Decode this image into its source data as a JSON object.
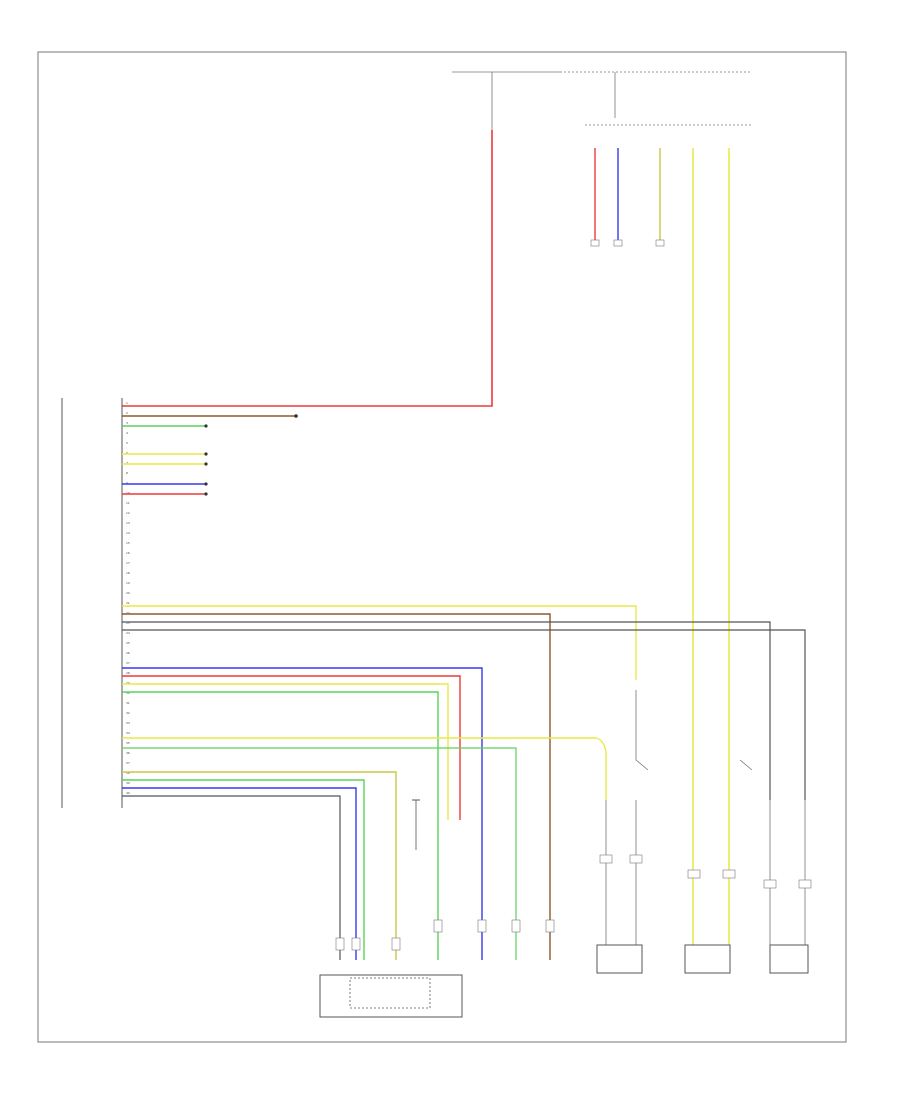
{
  "diagram": {
    "page_code": "",
    "top_labels": {
      "fuse_box": "",
      "hot_at": "",
      "junction_box": ""
    },
    "legend": [
      "",
      "",
      ""
    ],
    "module_label": "",
    "connector_label": "",
    "connectors": [
      "",
      "",
      ""
    ],
    "pin_numbers": [
      "1",
      "2",
      "3",
      "4",
      "5",
      "6",
      "7",
      "8",
      "9",
      "10",
      "11",
      "12",
      "13",
      "14",
      "15",
      "16",
      "17",
      "18",
      "19",
      "20",
      "21",
      "22",
      "23",
      "24",
      "25",
      "26",
      "27",
      "28",
      "29",
      "30",
      "31",
      "32",
      "33",
      "34",
      "35",
      "36",
      "37",
      "38",
      "39",
      "40"
    ],
    "wire_colors": {
      "red": "#ee3a3a",
      "brown": "#8a5a2b",
      "yellow": "#e9e94a",
      "green": "#5ad25a",
      "blue": "#3a3aee",
      "gray": "#8a8a8a",
      "black": "#222222",
      "frame": "#777777"
    }
  }
}
